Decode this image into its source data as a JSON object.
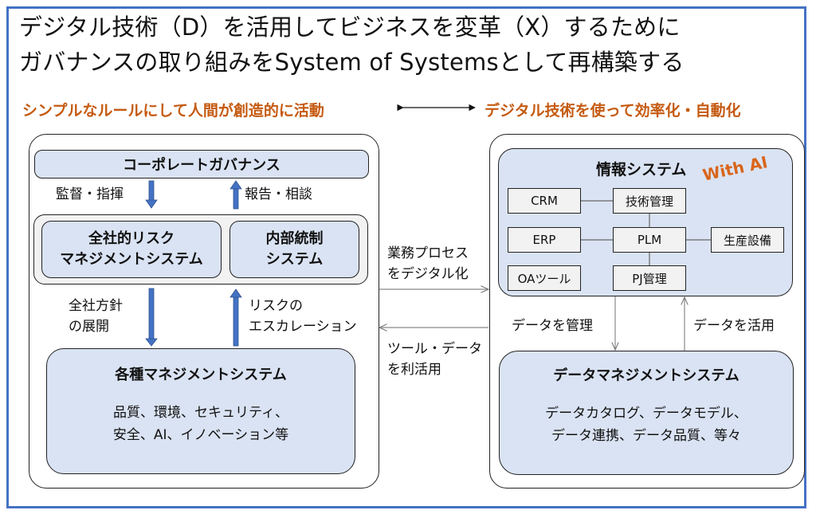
{
  "title": {
    "line1": "デジタル技術（D）を活用してビジネスを変革（X）するために",
    "line2": "ガバナンスの取り組みをSystem of Systemsとして再構築する"
  },
  "taglines": {
    "left": "シンプルなルールにして人間が創造的に活動",
    "right": "デジタル技術を使って効率化・自動化",
    "connector_icon": "double-headed-arrow"
  },
  "left_panel": {
    "corporate_governance": "コーポレートガバナンス",
    "down_label": "監督・指揮",
    "up_label": "報告・相談",
    "erm": {
      "line1": "全社的リスク",
      "line2": "マネジメントシステム"
    },
    "internal_control": {
      "line1": "内部統制",
      "line2": "システム"
    },
    "policy_label": {
      "line1": "全社方針",
      "line2": "の展開"
    },
    "escalation_label": {
      "line1": "リスクの",
      "line2": "エスカレーション"
    },
    "management_systems": {
      "title": "各種マネジメントシステム",
      "line1": "品質、環境、セキュリティ、",
      "line2": "安全、AI、イノベーション等"
    }
  },
  "middle": {
    "to_right": {
      "line1": "業務プロセス",
      "line2": "をデジタル化"
    },
    "to_left": {
      "line1": "ツール・データ",
      "line2": "を利活用"
    }
  },
  "right_panel": {
    "info_systems": {
      "title": "情報システム",
      "badge": "With AI",
      "nodes": {
        "crm": "CRM",
        "tech_mgmt": "技術管理",
        "erp": "ERP",
        "plm": "PLM",
        "production": "生産設備",
        "oa_tools": "OAツール",
        "pj_mgmt": "PJ管理"
      }
    },
    "manage_label": "データを管理",
    "utilize_label": "データを活用",
    "data_management": {
      "title": "データマネジメントシステム",
      "line1": "データカタログ、データモデル、",
      "line2": "データ連携、データ品質、等々"
    }
  },
  "colors": {
    "frame_border": "#4472c4",
    "accent_orange": "#c55a11",
    "box_fill_blue": "#dae3f3",
    "box_fill_grey": "#f2f2f2",
    "arrow_blue": "#4472c4"
  }
}
